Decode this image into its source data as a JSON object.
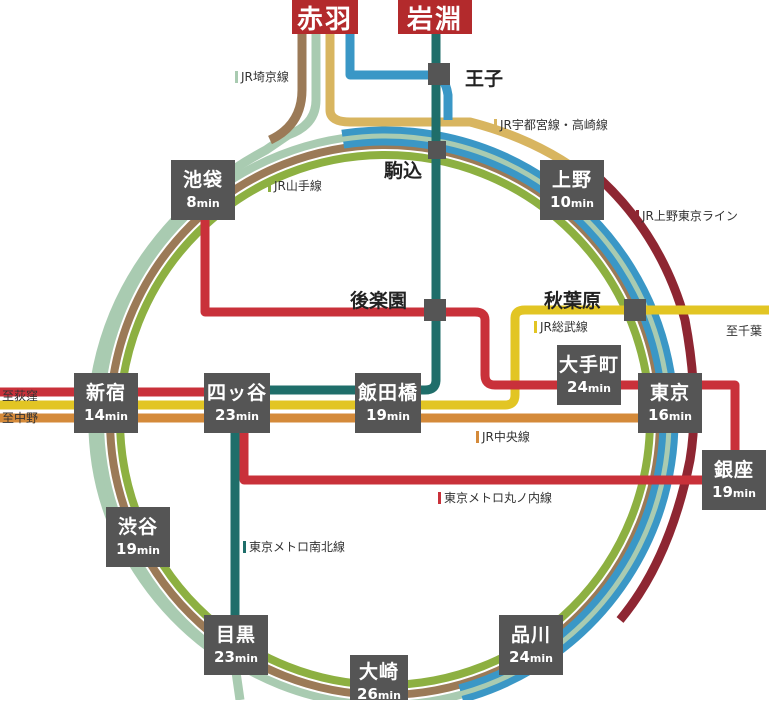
{
  "colors": {
    "yamanote": "#8db041",
    "saikyo": "#a9cbb1",
    "utsunomiya": "#d8b560",
    "keihin": "#3a97c6",
    "ueno_tokyo": "#8e2632",
    "sobu": "#e2c524",
    "chuo": "#d48a3a",
    "marunouchi": "#c9313a",
    "namboku": "#1f6e6a",
    "brown": "#9b7a57",
    "station_box": "#555555"
  },
  "terminals": [
    {
      "id": "akabane",
      "name": "赤羽"
    },
    {
      "id": "iwabuchi",
      "name": "岩淵"
    }
  ],
  "stations": [
    {
      "id": "ikebukuro",
      "name": "池袋",
      "time": "8"
    },
    {
      "id": "ueno",
      "name": "上野",
      "time": "10"
    },
    {
      "id": "otemachi",
      "name": "大手町",
      "time": "24"
    },
    {
      "id": "tokyo",
      "name": "東京",
      "time": "16"
    },
    {
      "id": "shinjuku",
      "name": "新宿",
      "time": "14"
    },
    {
      "id": "yotsuya",
      "name": "四ッ谷",
      "time": "23"
    },
    {
      "id": "iidabashi",
      "name": "飯田橋",
      "time": "19"
    },
    {
      "id": "ginza",
      "name": "銀座",
      "time": "19"
    },
    {
      "id": "shibuya",
      "name": "渋谷",
      "time": "19"
    },
    {
      "id": "meguro",
      "name": "目黒",
      "time": "23"
    },
    {
      "id": "shinagawa",
      "name": "品川",
      "time": "24"
    },
    {
      "id": "osaki",
      "name": "大崎",
      "time": "26"
    }
  ],
  "min_unit": "min",
  "minor_stations": [
    {
      "id": "oji",
      "name": "王子"
    },
    {
      "id": "komagome",
      "name": "駒込"
    },
    {
      "id": "korakuen",
      "name": "後楽園"
    },
    {
      "id": "akihabara",
      "name": "秋葉原"
    }
  ],
  "line_labels": [
    {
      "id": "saikyo",
      "text": "JR埼京線"
    },
    {
      "id": "utsunomiya",
      "text": "JR宇都宮線・高崎線"
    },
    {
      "id": "yamanote",
      "text": "JR山手線"
    },
    {
      "id": "ueno_tokyo",
      "text": "JR上野東京ライン"
    },
    {
      "id": "sobu",
      "text": "JR総武線"
    },
    {
      "id": "chuo",
      "text": "JR中央線"
    },
    {
      "id": "marunouchi",
      "text": "東京メトロ丸ノ内線"
    },
    {
      "id": "namboku",
      "text": "東京メトロ南北線"
    }
  ],
  "destinations": {
    "ogikubo": "至荻窪",
    "nakano": "至中野",
    "chiba": "至千葉"
  }
}
